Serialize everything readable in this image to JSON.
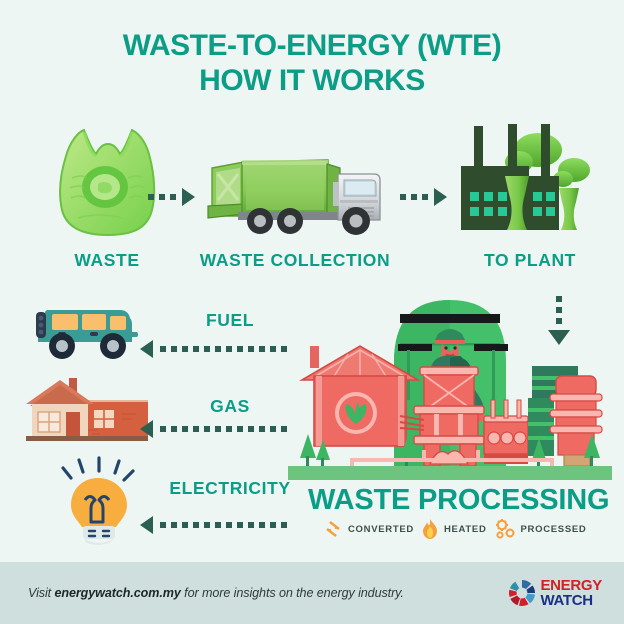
{
  "background_color": "#eef6f4",
  "accent_teal": "#0c9d87",
  "arrow_color": "#2b5f51",
  "title": {
    "line1": "WASTE-TO-ENERGY (WTE)",
    "line2": "HOW IT WORKS"
  },
  "top_flow": {
    "steps": [
      {
        "label": "WASTE",
        "icon": "plastic-waste-bag-icon"
      },
      {
        "label": "WASTE  COLLECTION",
        "icon": "garbage-truck-icon"
      },
      {
        "label": "TO PLANT",
        "icon": "power-plant-icon"
      }
    ],
    "connector_icon": "dotted-arrow-right-icon"
  },
  "outputs": [
    {
      "label": "FUEL",
      "icon": "jeep-vehicle-icon",
      "arrow": "dotted-arrow-left-icon"
    },
    {
      "label": "GAS",
      "icon": "house-icon",
      "arrow": "dotted-arrow-left-icon"
    },
    {
      "label": "ELECTRICITY",
      "icon": "light-bulb-icon",
      "arrow": "dotted-arrow-left-icon"
    }
  ],
  "processing": {
    "caption": "WASTE PROCESSING",
    "scene_icon": "waste-processing-plant-illustration",
    "down_arrow_icon": "dotted-arrow-down-icon",
    "tags": [
      {
        "label": "CONVERTED",
        "icon": "conversion-arrows-icon",
        "color": "#f5a03c"
      },
      {
        "label": "HEATED",
        "icon": "flame-icon",
        "color": "#f5a03c"
      },
      {
        "label": "PROCESSED",
        "icon": "gears-icon",
        "color": "#f5a03c"
      }
    ]
  },
  "footer": {
    "prefix": "Visit ",
    "site": "energywatch.com.my",
    "suffix": " for more insights on the energy industry.",
    "logo": {
      "icon": "energy-watch-wheel-logo",
      "word1": "ENERGY",
      "word2": "WATCH",
      "word1_color": "#d21f28",
      "word2_color": "#1b2f86"
    }
  }
}
